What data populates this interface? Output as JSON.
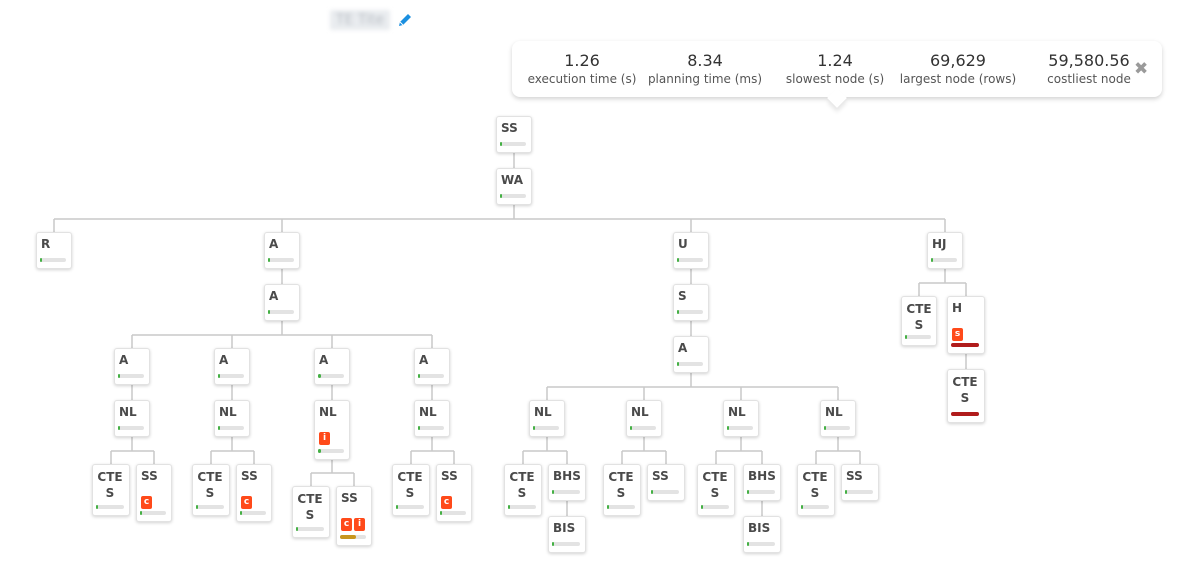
{
  "plan_title": "TE Tite",
  "stats": [
    {
      "value": "1.26",
      "label": "execution time (s)"
    },
    {
      "value": "8.34",
      "label": "planning time (ms)"
    },
    {
      "value": "1.24",
      "label": "slowest node (s)"
    },
    {
      "value": "69,629",
      "label": "largest node (rows)"
    },
    {
      "value": "59,580.56",
      "label": "costliest node"
    }
  ],
  "icons": {
    "edit": "pencil-icon",
    "close": "close-icon"
  },
  "colors": {
    "tag": "#ff4a1a",
    "bar_low": "#44b044",
    "bar_high": "#b01c1c",
    "bar_mid": "#c8961e",
    "link": "#1a8fe0"
  },
  "nodes": [
    {
      "id": "n0",
      "label": "SS"
    },
    {
      "id": "n1",
      "label": "WA"
    },
    {
      "id": "n2",
      "label": "R"
    },
    {
      "id": "n3",
      "label": "A"
    },
    {
      "id": "n4",
      "label": "A"
    },
    {
      "id": "n5",
      "label": "A"
    },
    {
      "id": "n6",
      "label": "NL"
    },
    {
      "id": "n7",
      "label": "CTE S"
    },
    {
      "id": "n8",
      "label": "SS",
      "tags": [
        "c"
      ]
    },
    {
      "id": "n9",
      "label": "A"
    },
    {
      "id": "n10",
      "label": "NL"
    },
    {
      "id": "n11",
      "label": "CTE S"
    },
    {
      "id": "n12",
      "label": "SS",
      "tags": [
        "c"
      ]
    },
    {
      "id": "n13",
      "label": "A"
    },
    {
      "id": "n14",
      "label": "NL",
      "tags": [
        "i"
      ]
    },
    {
      "id": "n15",
      "label": "CTE S"
    },
    {
      "id": "n16",
      "label": "SS",
      "tags": [
        "c",
        "i"
      ]
    },
    {
      "id": "n17",
      "label": "A"
    },
    {
      "id": "n18",
      "label": "NL"
    },
    {
      "id": "n19",
      "label": "CTE S"
    },
    {
      "id": "n20",
      "label": "SS",
      "tags": [
        "c"
      ]
    },
    {
      "id": "n21",
      "label": "U"
    },
    {
      "id": "n22",
      "label": "S"
    },
    {
      "id": "n23",
      "label": "A"
    },
    {
      "id": "n24",
      "label": "NL"
    },
    {
      "id": "n25",
      "label": "CTE S"
    },
    {
      "id": "n26",
      "label": "BHS"
    },
    {
      "id": "n27",
      "label": "BIS"
    },
    {
      "id": "n28",
      "label": "NL"
    },
    {
      "id": "n29",
      "label": "CTE S"
    },
    {
      "id": "n30",
      "label": "SS"
    },
    {
      "id": "n31",
      "label": "NL"
    },
    {
      "id": "n32",
      "label": "CTE S"
    },
    {
      "id": "n33",
      "label": "BHS"
    },
    {
      "id": "n34",
      "label": "BIS"
    },
    {
      "id": "n35",
      "label": "NL"
    },
    {
      "id": "n36",
      "label": "CTE S"
    },
    {
      "id": "n37",
      "label": "SS"
    },
    {
      "id": "n38",
      "label": "HJ"
    },
    {
      "id": "n39",
      "label": "CTE S"
    },
    {
      "id": "n40",
      "label": "H",
      "tags": [
        "s"
      ]
    },
    {
      "id": "n41",
      "label": "CTE S"
    }
  ]
}
